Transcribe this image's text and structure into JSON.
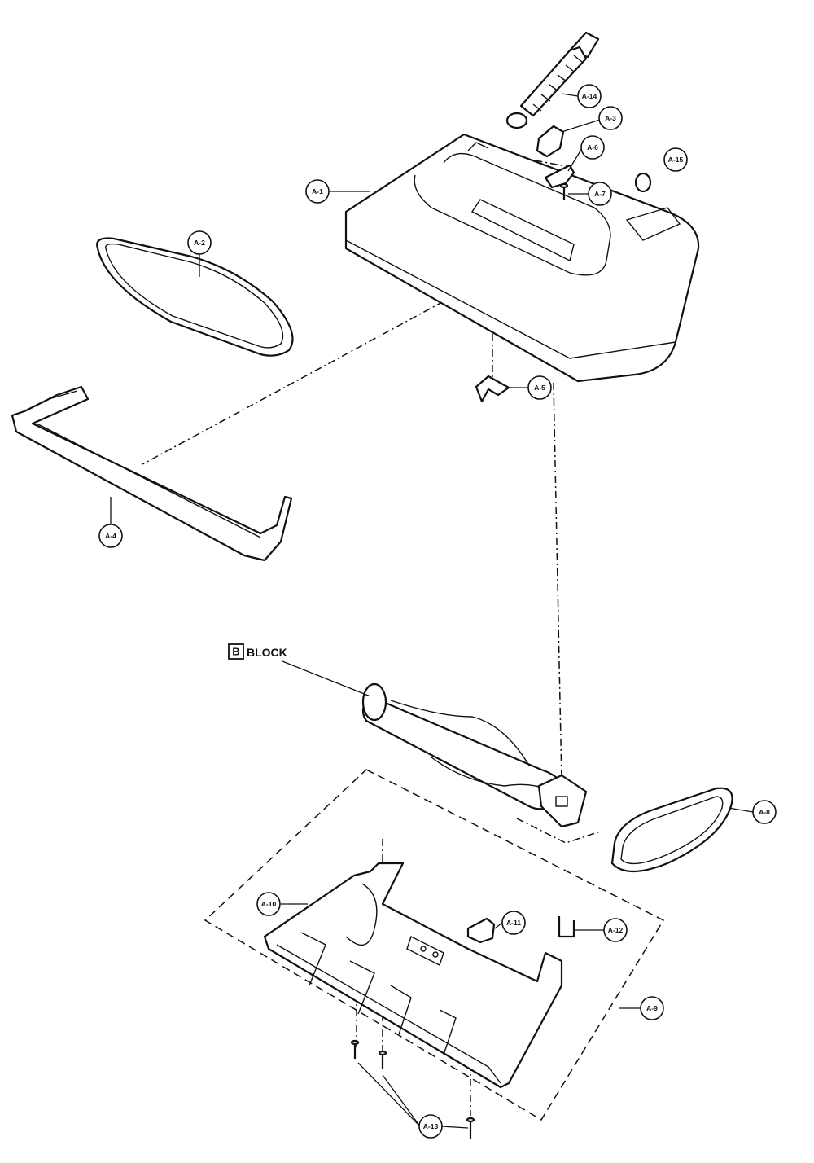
{
  "diagram": {
    "callouts": {
      "a1": "A-1",
      "a2": "A-2",
      "a3": "A-3",
      "a4": "A-4",
      "a5": "A-5",
      "a6": "A-6",
      "a7": "A-7",
      "a8": "A-8",
      "a9": "A-9",
      "a10": "A-10",
      "a11": "A-11",
      "a12": "A-12",
      "a13": "A-13",
      "a14": "A-14",
      "a15": "A-15"
    },
    "block_ref": {
      "letter": "B",
      "label": "BLOCK"
    }
  }
}
